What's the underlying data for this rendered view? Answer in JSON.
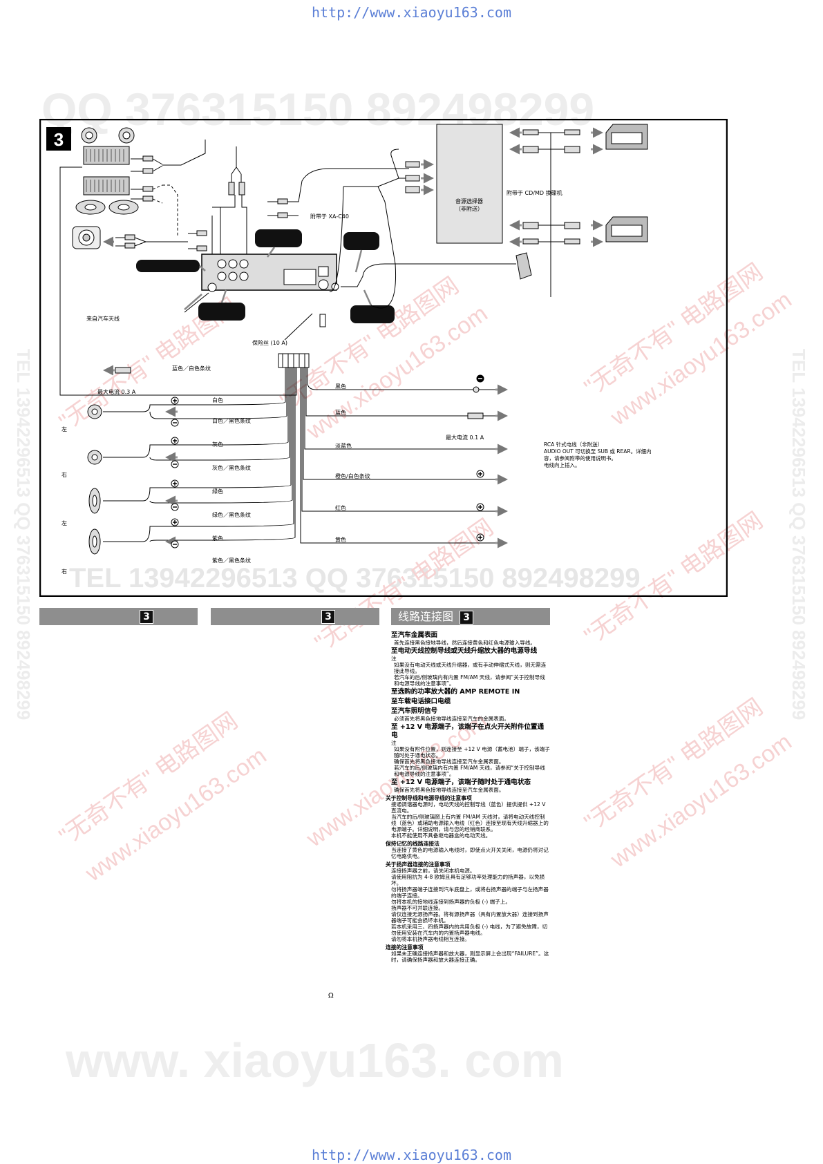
{
  "page": {
    "url_top": "http://www.xiaoyu163.com",
    "url_bottom": "http://www.xiaoyu163.com"
  },
  "watermarks": {
    "qq_row": "QQ 376315150  892498299",
    "tel_row": "TEL 13942296513  QQ 376315150  892498299",
    "bottom_row": "www. xiaoyu163. com",
    "diagonal_cn": "\"无奇不有\" 电路图网",
    "diagonal_url": "www.xiaoyu163.com",
    "vertical_left": "TEL 13942296513  QQ 376315150  892498299",
    "vertical_right": "TEL 13942296513  QQ 376315150  892498299"
  },
  "diagram": {
    "figure_number": "3",
    "labels": {
      "xa_c40": "附带于 XA-C40",
      "source_selector_line1": "音源选择器",
      "source_selector_line2": "（非附送）",
      "cdmd": "附带于 CD/MD 换碟机",
      "antenna": "来自汽车天线",
      "fuse": "保险丝 (10 A)",
      "max_current_03": "最大电流 0.3 A",
      "max_current_01": "最大电流 0.1 A",
      "blue_white": "蓝色／白色条纹",
      "black": "黑色",
      "blue": "蓝色",
      "light_blue": "淡蓝色",
      "orange_white": "橙色/白色条纹",
      "red": "红色",
      "yellow": "黄色",
      "white": "白色",
      "white_black": "白色／黑色条纹",
      "gray": "灰色",
      "gray_black": "灰色／黑色条纹",
      "green": "绿色",
      "green_black": "绿色／黑色条纹",
      "purple": "紫色",
      "purple_black": "紫色／黑色条纹",
      "left": "左",
      "right": "右",
      "plus": "+",
      "minus": "−",
      "rca_line1": "RCA 针式电线（非附送）",
      "rca_line2": "AUDIO OUT 可切换至 SUB 或 REAR。详细内",
      "rca_line3": "容，请参阅附带的使用说明书。",
      "rca_line4": "电线向上插入。"
    }
  },
  "sections": [
    {
      "title": "",
      "number": "3"
    },
    {
      "title": "",
      "number": "3"
    },
    {
      "title": "线路连接图",
      "number": "3"
    }
  ],
  "notes": {
    "h1": "至汽车金属表面",
    "h1_p": "首先连接黑色接地导线，然后连接黄色和红色电源输入导线。",
    "h2": "至电动天线控制导线或天线升缩放大器的电源导线",
    "h2_note": "注",
    "h2_p1": "如果没有电动天线或天线升缩器，或有手动伸缩式天线，则无需连接此导线。",
    "h2_p2": "若汽车的后/侧玻璃内有内置 FM/AM 天线，请参阅“关于控制导线和电源导线的注意事项”。",
    "h3": "至选购的功率放大器的 AMP REMOTE IN",
    "h4": "至车载电话接口电缆",
    "h5": "至汽车照明信号",
    "h5_p": "必须首先将黑色接地导线连接至汽车的金属表面。",
    "h6": "至 +12 V 电源端子，该端子在点火开关附件位置通电",
    "h6_note": "注",
    "h6_p1": "如果没有附件位置，则连接至 +12 V 电源（蓄电池）端子，该端子随时处于通电状态。",
    "h6_p2": "确保首先将黑色接地导线连接至汽车金属表面。",
    "h6_p3": "若汽车的后/侧玻璃内有内置 FM/AM 天线，请参阅“关于控制导线和电源导线的注意事项”。",
    "h7": "至 +12 V 电源端子，该端子随时处于通电状态",
    "h7_p": "确保首先将黑色接地导线连接至汽车金属表面。",
    "s1": "关于控制导线和电源导线的注意事项",
    "s1_p1": "接通调谐器电源时，电动天线的控制导线（蓝色）提供提供 +12 V 直流电。",
    "s1_p2": "当汽车的后/侧玻璃窗上有内置 FM/AM 天线时，请将电动天线控制线（蓝色）或辅助电源输入电线（红色）连接至现有天线升缩器上的电源端子。详细说明，请与您的经销商联系。",
    "s1_p3": "本机不能使用不具备继电器盒的电动天线。",
    "s2": "保持记忆的线路连接法",
    "s2_p": "当连接了黄色的电源输入电线时，即使点火开关关闭，电源仍将对记忆电路供电。",
    "s3": "关于扬声器连接的注意事项",
    "s3_p1": "连接扬声器之前，请关闭本机电源。",
    "s3_p2": "请使用阻抗为 4-8 欧姆且具有足够功率处理能力的扬声器，以免损坏。",
    "s3_p3": "勿将扬声器端子连接到汽车底盘上，或将右扬声器的端子与左扬声器的端子连接。",
    "s3_p4": "勿将本机的接地线连接到扬声器的负极 (-) 端子上。",
    "s3_p5": "扬声器不可并联连接。",
    "s3_p6": "请仅连接无源扬声器。将有源扬声器（具有内置放大器）连接到扬声器端子可能会损坏本机。",
    "s3_p7": "若本机采用三、四扬声器内的共用负极 (-) 电线，为了避免故障，切勿使用安装在汽车内的内置扬声器电线。",
    "s3_p8": "请勿将本机扬声器电线相互连接。",
    "s4": "连接的注意事项",
    "s4_p": "如果未正确连接扬声器和放大器，则显示屏上会出现“FAILURE”。这时，请确保扬声器和放大器连接正确。",
    "ohm": "Ω"
  }
}
